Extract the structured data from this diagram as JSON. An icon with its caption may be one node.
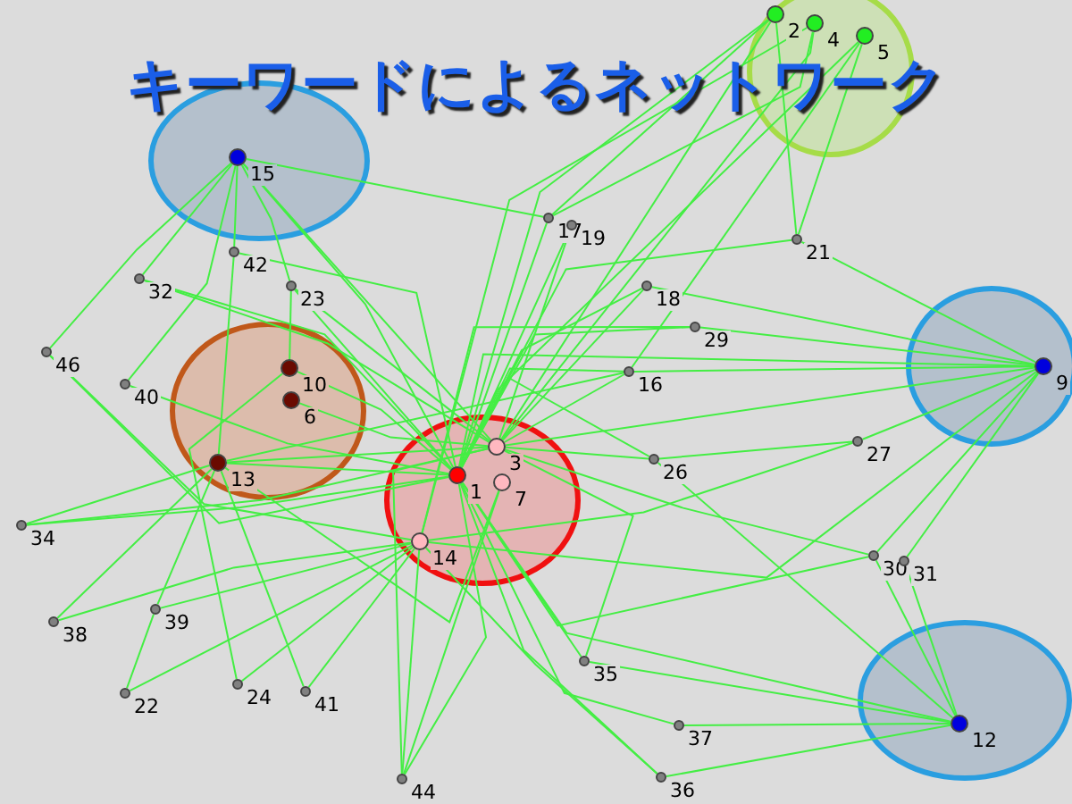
{
  "diagram": {
    "title": "キーワードによるネットワーク",
    "nodes": [
      {
        "text": [],
        "shape": "circle"
      },
      {
        "text": [
          "15"
        ],
        "in": 0
      },
      {
        "text": [],
        "shape": "circle"
      },
      {
        "text": [
          "2"
        ],
        "in": 2
      },
      {
        "text": [
          "4"
        ],
        "in": 2
      },
      {
        "text": [
          "5"
        ],
        "in": 2
      },
      {
        "text": [],
        "shape": "circle"
      },
      {
        "text": [
          "10"
        ],
        "in": 6
      },
      {
        "text": [
          "6"
        ],
        "in": 6
      },
      {
        "text": [
          "13"
        ],
        "in": 6
      },
      {
        "text": [],
        "shape": "circle"
      },
      {
        "text": [
          "3"
        ],
        "in": 10
      },
      {
        "text": [
          "1"
        ],
        "in": 10
      },
      {
        "text": [
          "7"
        ],
        "in": 10
      },
      {
        "text": [
          "14"
        ],
        "in": 10
      },
      {
        "text": [],
        "shape": "circle"
      },
      {
        "text": [
          "9"
        ],
        "in": 15
      },
      {
        "text": [],
        "shape": "circle"
      },
      {
        "text": [
          "12"
        ],
        "in": 17
      },
      {
        "text": [
          "17"
        ]
      },
      {
        "text": [
          "19"
        ]
      },
      {
        "text": [
          "21"
        ]
      },
      {
        "text": [
          "42"
        ]
      },
      {
        "text": [
          "32"
        ]
      },
      {
        "text": [
          "23"
        ]
      },
      {
        "text": [
          "18"
        ]
      },
      {
        "text": [
          "29"
        ]
      },
      {
        "text": [
          "46"
        ]
      },
      {
        "text": [
          "16"
        ]
      },
      {
        "text": [
          "40"
        ]
      },
      {
        "text": [
          "27"
        ]
      },
      {
        "text": [
          "26"
        ]
      },
      {
        "text": [
          "34"
        ]
      },
      {
        "text": [
          "30"
        ]
      },
      {
        "text": [
          "31"
        ]
      },
      {
        "text": [
          "39"
        ]
      },
      {
        "text": [
          "38"
        ]
      },
      {
        "text": [
          "35"
        ]
      },
      {
        "text": [
          "22"
        ]
      },
      {
        "text": [
          "24"
        ]
      },
      {
        "text": [
          "41"
        ]
      },
      {
        "text": [
          "37"
        ]
      },
      {
        "text": [
          "36"
        ]
      },
      {
        "text": [
          "44"
        ]
      }
    ],
    "edges": [
      {
        "from": 21,
        "to": 16,
        "arrow": "none"
      },
      {
        "from": 21,
        "to": 3,
        "arrow": "none"
      },
      {
        "from": 21,
        "to": 5,
        "arrow": "none"
      },
      {
        "from": 25,
        "to": 16,
        "arrow": "none"
      },
      {
        "from": 28,
        "to": 16,
        "arrow": "none"
      },
      {
        "from": 30,
        "to": 16,
        "arrow": "none"
      },
      {
        "from": 26,
        "to": 16,
        "arrow": "none"
      },
      {
        "from": 30,
        "to": 31,
        "arrow": "none"
      },
      {
        "from": 31,
        "to": 12,
        "arrow": "none"
      },
      {
        "from": 33,
        "to": 18,
        "arrow": "none"
      },
      {
        "from": 34,
        "to": 18,
        "arrow": "none"
      },
      {
        "from": 33,
        "to": 16,
        "arrow": "none"
      },
      {
        "from": 34,
        "to": 16,
        "arrow": "none"
      },
      {
        "from": 37,
        "to": 18,
        "arrow": "none"
      },
      {
        "from": 41,
        "to": 18,
        "arrow": "none"
      },
      {
        "from": 42,
        "to": 18,
        "arrow": "none"
      },
      {
        "from": 31,
        "to": 18,
        "arrow": "none"
      },
      {
        "from": 32,
        "to": 9,
        "arrow": "none"
      },
      {
        "from": 32,
        "to": 12,
        "arrow": "none"
      },
      {
        "from": 32,
        "to": 11,
        "arrow": "none"
      },
      {
        "from": 36,
        "to": 9,
        "arrow": "none"
      },
      {
        "from": 36,
        "to": 14,
        "arrow": "none"
      },
      {
        "from": 35,
        "to": 14,
        "arrow": "none"
      },
      {
        "from": 35,
        "to": 9,
        "arrow": "none"
      },
      {
        "from": 38,
        "to": 14,
        "arrow": "none"
      },
      {
        "from": 38,
        "to": 35,
        "arrow": "none"
      },
      {
        "from": 39,
        "to": 14,
        "arrow": "none"
      },
      {
        "from": 39,
        "to": 7,
        "arrow": "none"
      },
      {
        "from": 40,
        "to": 14,
        "arrow": "none"
      },
      {
        "from": 40,
        "to": 9,
        "arrow": "none"
      },
      {
        "from": 43,
        "to": 12,
        "arrow": "none"
      },
      {
        "from": 43,
        "to": 11,
        "arrow": "none"
      },
      {
        "from": 43,
        "to": 13,
        "arrow": "none"
      },
      {
        "from": 43,
        "to": 14,
        "arrow": "none"
      },
      {
        "from": 37,
        "to": 12,
        "arrow": "none"
      },
      {
        "from": 37,
        "to": 11,
        "arrow": "none"
      },
      {
        "from": 41,
        "to": 12,
        "arrow": "none"
      },
      {
        "from": 42,
        "to": 12,
        "arrow": "none"
      },
      {
        "from": 42,
        "to": 14,
        "arrow": "none"
      },
      {
        "from": 33,
        "to": 12,
        "arrow": "none"
      },
      {
        "from": 33,
        "to": 11,
        "arrow": "none"
      },
      {
        "from": 1,
        "to": 22,
        "arrow": "none"
      },
      {
        "from": 1,
        "to": 23,
        "arrow": "none"
      },
      {
        "from": 1,
        "to": 24,
        "arrow": "none"
      },
      {
        "from": 1,
        "to": 12,
        "arrow": "none"
      },
      {
        "from": 1,
        "to": 11,
        "arrow": "none"
      },
      {
        "from": 1,
        "to": 19,
        "arrow": "none"
      },
      {
        "from": 27,
        "to": 1,
        "arrow": "none"
      },
      {
        "from": 27,
        "to": 12,
        "arrow": "none"
      },
      {
        "from": 27,
        "to": 14,
        "arrow": "none"
      },
      {
        "from": 29,
        "to": 1,
        "arrow": "none"
      },
      {
        "from": 29,
        "to": 12,
        "arrow": "none"
      },
      {
        "from": 23,
        "to": 12,
        "arrow": "none"
      },
      {
        "from": 23,
        "to": 11,
        "arrow": "none"
      },
      {
        "from": 22,
        "to": 9,
        "arrow": "none"
      },
      {
        "from": 22,
        "to": 12,
        "arrow": "none"
      },
      {
        "from": 24,
        "to": 12,
        "arrow": "none"
      },
      {
        "from": 24,
        "to": 11,
        "arrow": "none"
      },
      {
        "from": 24,
        "to": 7,
        "arrow": "none"
      },
      {
        "from": 7,
        "to": 12,
        "arrow": "none"
      },
      {
        "from": 8,
        "to": 11,
        "arrow": "none"
      },
      {
        "from": 9,
        "to": 11,
        "arrow": "none"
      },
      {
        "from": 9,
        "to": 12,
        "arrow": "none"
      },
      {
        "from": 9,
        "to": 13,
        "arrow": "none"
      },
      {
        "from": 19,
        "to": 3,
        "arrow": "none"
      },
      {
        "from": 19,
        "to": 4,
        "arrow": "none"
      },
      {
        "from": 20,
        "to": 12,
        "arrow": "none"
      },
      {
        "from": 20,
        "to": 11,
        "arrow": "none"
      },
      {
        "from": 19,
        "to": 12,
        "arrow": "none"
      },
      {
        "from": 25,
        "to": 12,
        "arrow": "none"
      },
      {
        "from": 25,
        "to": 11,
        "arrow": "none"
      },
      {
        "from": 28,
        "to": 12,
        "arrow": "none"
      },
      {
        "from": 28,
        "to": 11,
        "arrow": "none"
      },
      {
        "from": 28,
        "to": 9,
        "arrow": "none"
      },
      {
        "from": 26,
        "to": 12,
        "arrow": "none"
      },
      {
        "from": 26,
        "to": 14,
        "arrow": "none"
      },
      {
        "from": 3,
        "to": 12,
        "arrow": "none"
      },
      {
        "from": 4,
        "to": 11,
        "arrow": "none"
      },
      {
        "from": 5,
        "to": 28,
        "arrow": "none"
      },
      {
        "from": 3,
        "to": 11,
        "arrow": "none"
      },
      {
        "from": 4,
        "to": 14,
        "arrow": "none"
      },
      {
        "from": 5,
        "to": 12,
        "arrow": "none"
      },
      {
        "from": 21,
        "to": 12,
        "arrow": "none"
      },
      {
        "from": 16,
        "to": 12,
        "arrow": "none"
      },
      {
        "from": 16,
        "to": 11,
        "arrow": "none"
      },
      {
        "from": 16,
        "to": 14,
        "arrow": "none"
      },
      {
        "from": 30,
        "to": 14,
        "arrow": "none"
      },
      {
        "from": 31,
        "to": 11,
        "arrow": "none"
      },
      {
        "from": 18,
        "to": 12,
        "arrow": "none"
      }
    ]
  }
}
